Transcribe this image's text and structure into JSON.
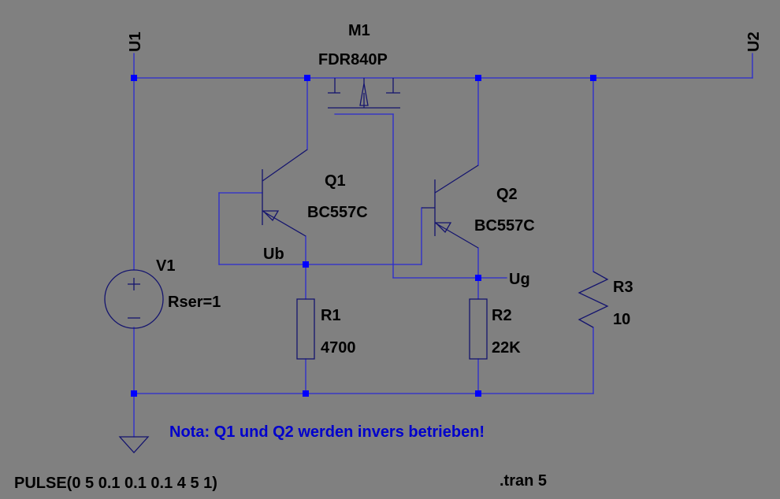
{
  "colors": {
    "background": "#808080",
    "wire": "#2b2bd0",
    "component": "#14146e",
    "junction": "#0000ff",
    "label": "#000000",
    "note": "#0000cc"
  },
  "labels": {
    "net_u1": "U1",
    "net_u2": "U2",
    "net_ub": "Ub",
    "net_ug": "Ug"
  },
  "components": {
    "m1": {
      "name": "M1",
      "value": "FDR840P",
      "icon": "pmos-transistor-icon"
    },
    "q1": {
      "name": "Q1",
      "value": "BC557C",
      "icon": "pnp-transistor-icon"
    },
    "q2": {
      "name": "Q2",
      "value": "BC557C",
      "icon": "pnp-transistor-icon"
    },
    "v1": {
      "name": "V1",
      "value": "Rser=1",
      "icon": "voltage-source-icon"
    },
    "r1": {
      "name": "R1",
      "value": "4700",
      "icon": "resistor-icon"
    },
    "r2": {
      "name": "R2",
      "value": "22K",
      "icon": "resistor-icon"
    },
    "r3": {
      "name": "R3",
      "value": "10",
      "icon": "resistor-zigzag-icon"
    }
  },
  "ground": {
    "icon": "ground-icon"
  },
  "note": "Nota: Q1 und Q2 werden invers betrieben!",
  "directives": {
    "source": "PULSE(0 5 0.1 0.1 0.1 4 5 1)",
    "tran": ".tran 5"
  }
}
